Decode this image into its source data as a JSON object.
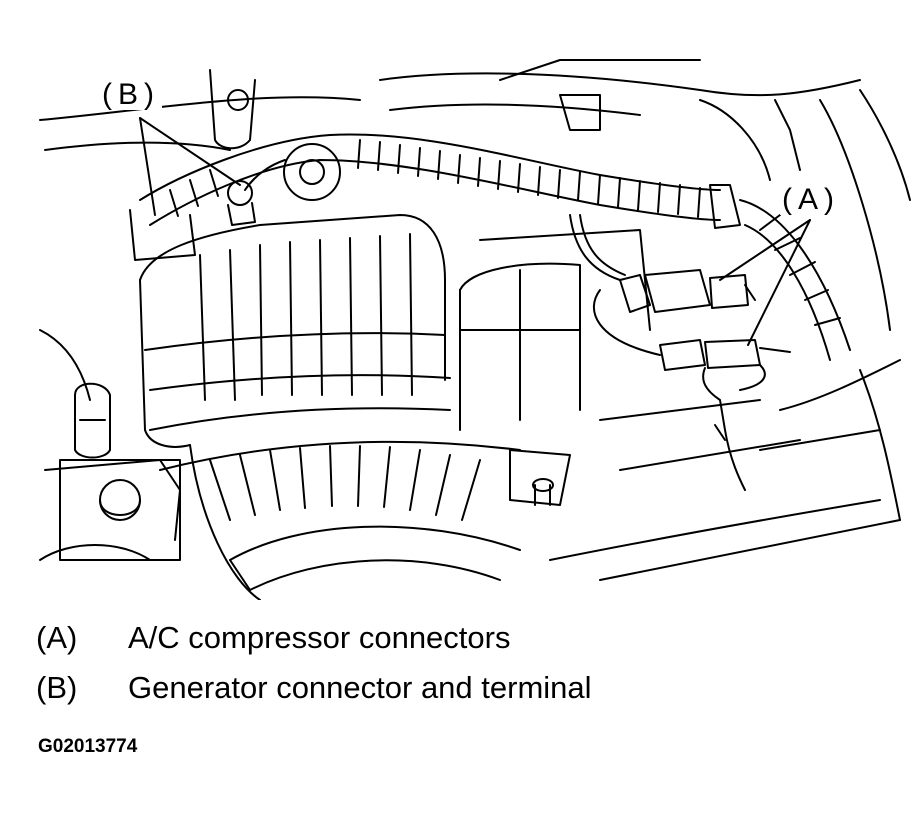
{
  "callouts": {
    "a": "(A)",
    "b": "(B)"
  },
  "legend": [
    {
      "key": "(A)",
      "text": "A/C compressor connectors"
    },
    {
      "key": "(B)",
      "text": "Generator connector and terminal"
    }
  ],
  "figure_id": "G02013774",
  "colors": {
    "line": "#000000",
    "background": "#ffffff"
  }
}
